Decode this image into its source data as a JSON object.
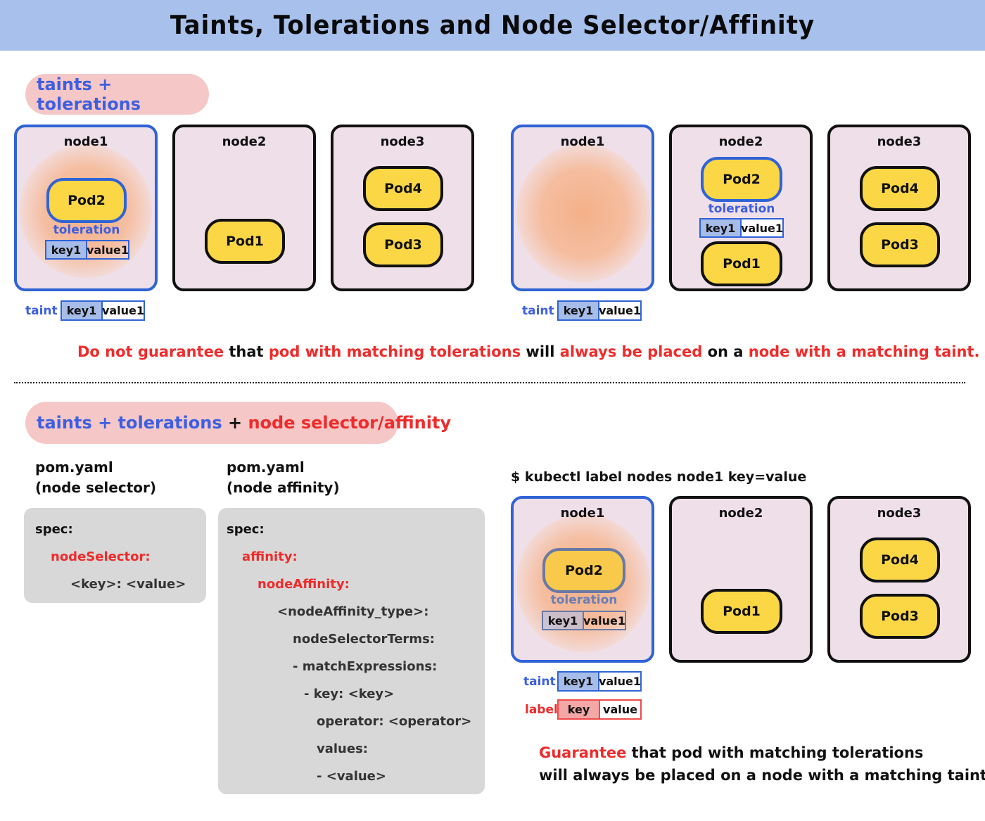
{
  "title": "Taints, Tolerations and Node Selector/Affinity",
  "section1": {
    "pill": "taints + tolerations",
    "statement": [
      {
        "text": "Do not guarantee",
        "color": "red"
      },
      {
        "text": " that ",
        "color": "dark"
      },
      {
        "text": "pod with matching tolerations",
        "color": "red"
      },
      {
        "text": " will ",
        "color": "dark"
      },
      {
        "text": "always be placed",
        "color": "red"
      },
      {
        "text": " on a ",
        "color": "dark"
      },
      {
        "text": "node with a matching taint.",
        "color": "red"
      }
    ]
  },
  "nodes": {
    "node1": "node1",
    "node2": "node2",
    "node3": "node3"
  },
  "pods": {
    "pod1": "Pod1",
    "pod2": "Pod2",
    "pod3": "Pod3",
    "pod4": "Pod4"
  },
  "toleration_label": "toleration",
  "taint_label": "taint",
  "label_label": "label",
  "taint_kv": {
    "key": "key1",
    "value": "value1"
  },
  "label_kv": {
    "key": "key",
    "value": "value"
  },
  "section2": {
    "pill_part1": "taints + tolerations",
    "pill_plus": " + ",
    "pill_part2": "node selector/affinity",
    "selector_file": {
      "line1": "pom.yaml",
      "line2": "(node selector)"
    },
    "affinity_file": {
      "line1": "pom.yaml",
      "line2": "(node affinity)"
    },
    "selector_code": [
      "spec:",
      "nodeSelector:",
      "<key>: <value>"
    ],
    "affinity_code": [
      "spec:",
      "affinity:",
      "nodeAffinity:",
      "<nodeAffinity_type>:",
      "nodeSelectorTerms:",
      "- matchExpressions:",
      "- key: <key>",
      "operator: <operator>",
      "values:",
      "- <value>"
    ],
    "command": "$ kubectl label nodes node1 key=value",
    "statement_line1_a": "Guarantee",
    "statement_line1_b": " that pod with matching tolerations",
    "statement_line2": "will always be placed on a node with a matching taint."
  },
  "colors": {
    "banner": "#a8c0ec",
    "pill": "#f6c7c7",
    "node_bg": "#efdfe9",
    "pod": "#fbd746",
    "blue": "#3d5fe0",
    "red": "#ef2b2b",
    "code_bg": "#d8d8d8"
  }
}
